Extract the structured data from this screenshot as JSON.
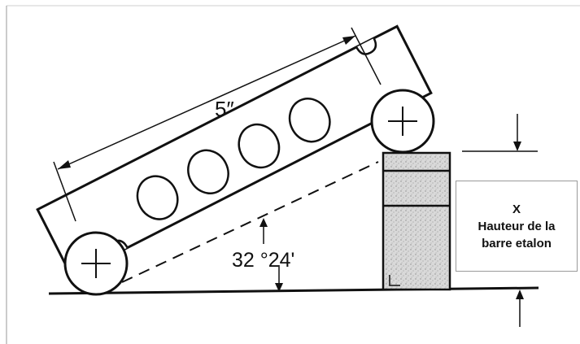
{
  "diagram": {
    "length_label": "5″",
    "angle_label": "32 °24'",
    "box": {
      "x_label": "X",
      "line1": "Hauteur de la",
      "line2": "barre etalon"
    }
  }
}
